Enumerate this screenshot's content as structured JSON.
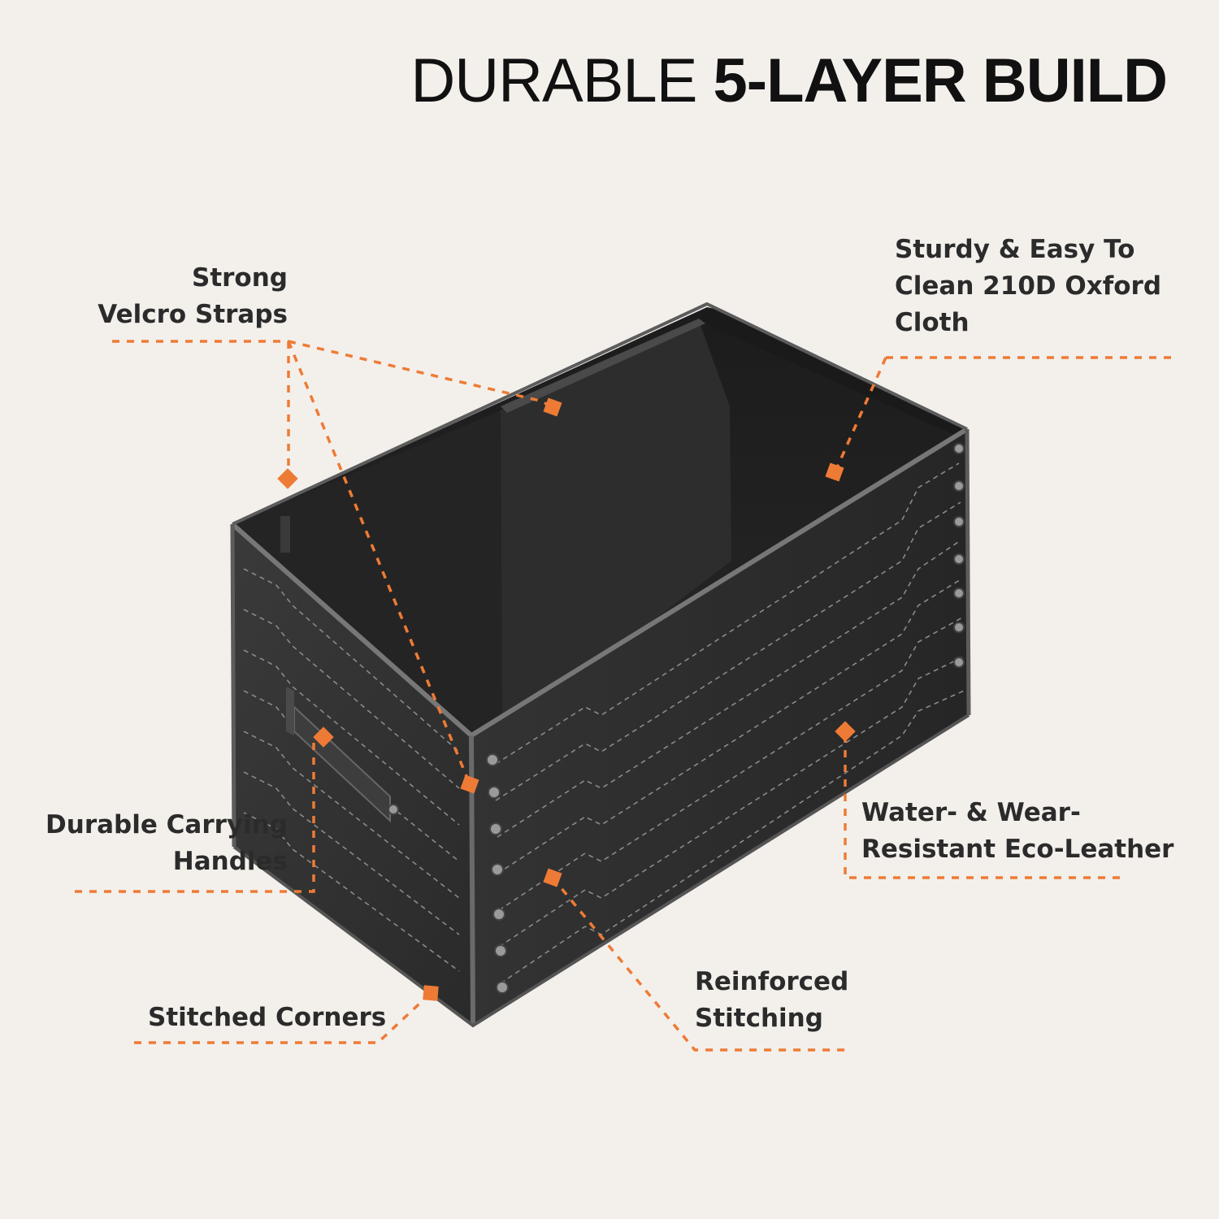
{
  "headline": {
    "light": "DURABLE",
    "bold": "5-LAYER BUILD"
  },
  "callouts": {
    "velcro": "Strong\nVelcro Straps",
    "oxford": "Sturdy & Easy To\nClean 210D Oxford\nCloth",
    "handles": "Durable Carrying\nHandles",
    "leather": "Water- & Wear-\nResistant Eco-Leather",
    "corners": "Stitched Corners",
    "stitching": "Reinforced\nStitching"
  },
  "colors": {
    "background": "#f3f0ec",
    "accent": "#ee7b35",
    "text": "#2b2b2b",
    "product": "#2c2c2c"
  }
}
